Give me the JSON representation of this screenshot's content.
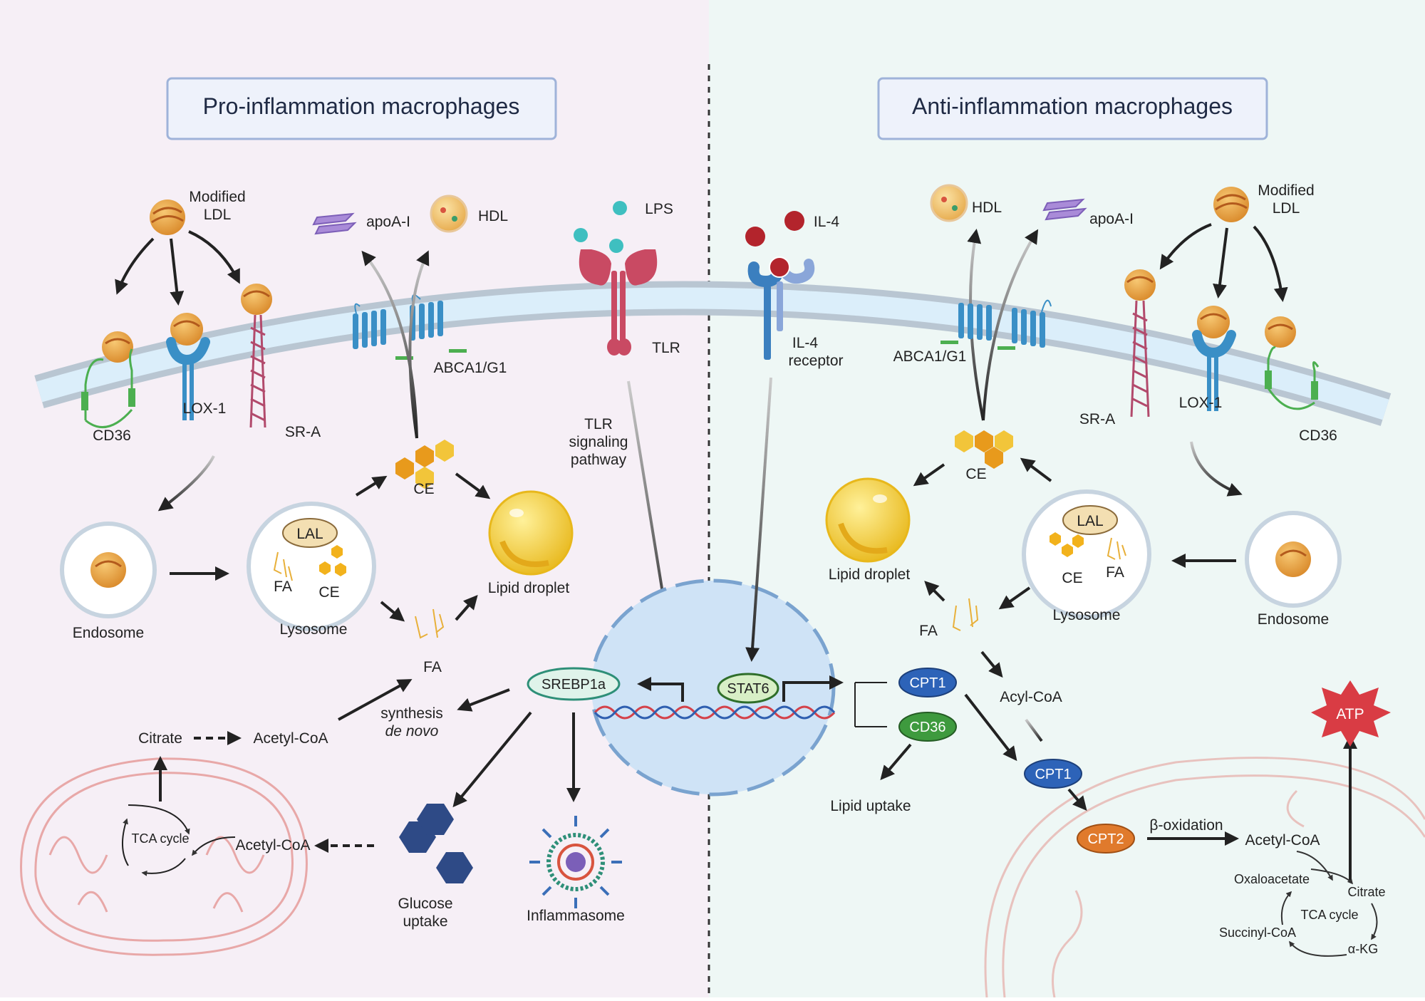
{
  "colors": {
    "left_bg": "#f6eff6",
    "right_bg": "#eef7f5",
    "membrane": "#b9c6d2",
    "membrane_inner": "#dbeefa",
    "nucleus": "#cfe3f6",
    "nucleus_border": "#7aa3cf",
    "mito": "#e8a8a8",
    "ldl": "#e8a040",
    "ce": "#f2b21c",
    "droplet": "#f7d43a",
    "srebp": "#2e8f78",
    "stat6": "#7bbf52",
    "cpt1": "#2d63b8",
    "cd36_pill": "#3e9a3e",
    "cpt2": "#e07a2c",
    "atp": "#d93c44",
    "glucose": "#2e4a86",
    "tlr": "#c94a63",
    "il4r": "#3b7fbf",
    "abca": "#3a8fc6",
    "lox": "#3a8fc6",
    "sra": "#b24a6c",
    "cd36": "#4caf50"
  },
  "left": {
    "title": "Pro-inflammation macrophages",
    "modified_ldl_1": "Modified",
    "modified_ldl_2": "LDL",
    "cd36": "CD36",
    "lox1": "LOX-1",
    "sra": "SR-A",
    "apoai": "apoA-I",
    "hdl": "HDL",
    "abca": "ABCA1/G1",
    "lps": "LPS",
    "tlr": "TLR",
    "tlr_path_1": "TLR",
    "tlr_path_2": "signaling",
    "tlr_path_3": "pathway",
    "endosome": "Endosome",
    "lysosome": "Lysosome",
    "lal": "LAL",
    "fa_lyso": "FA",
    "ce_lyso": "CE",
    "ce": "CE",
    "fa": "FA",
    "lipid_droplet": "Lipid droplet",
    "srebp": "SREBP1a",
    "synthesis_1": "synthesis",
    "synthesis_2": "de novo",
    "citrate": "Citrate",
    "acetyl_coa_1": "Acetyl-CoA",
    "acetyl_coa_2": "Acetyl-CoA",
    "tca": "TCA cycle",
    "glucose_1": "Glucose",
    "glucose_2": "uptake",
    "inflammasome": "Inflammasome"
  },
  "right": {
    "title": "Anti-inflammation macrophages",
    "il4": "IL-4",
    "il4r_1": "IL-4",
    "il4r_2": "receptor",
    "hdl": "HDL",
    "apoai": "apoA-I",
    "abca": "ABCA1/G1",
    "modified_ldl_1": "Modified",
    "modified_ldl_2": "LDL",
    "sra": "SR-A",
    "lox1": "LOX-1",
    "cd36": "CD36",
    "ce": "CE",
    "lipid_droplet": "Lipid droplet",
    "lal": "LAL",
    "ce_lyso": "CE",
    "fa_lyso": "FA",
    "lysosome": "Lysosome",
    "endosome": "Endosome",
    "fa": "FA",
    "stat6": "STAT6",
    "cpt1_pill": "CPT1",
    "cd36_pill": "CD36",
    "acyl_coa": "Acyl-CoA",
    "lipid_uptake": "Lipid uptake",
    "cpt1_mito": "CPT1",
    "cpt2": "CPT2",
    "beta_ox": "β-oxidation",
    "acetyl_coa": "Acetyl-CoA",
    "atp": "ATP",
    "oxaloacetate": "Oxaloacetate",
    "citrate": "Citrate",
    "tca": "TCA cycle",
    "succinyl": "Succinyl-CoA",
    "akg": "α-KG"
  }
}
